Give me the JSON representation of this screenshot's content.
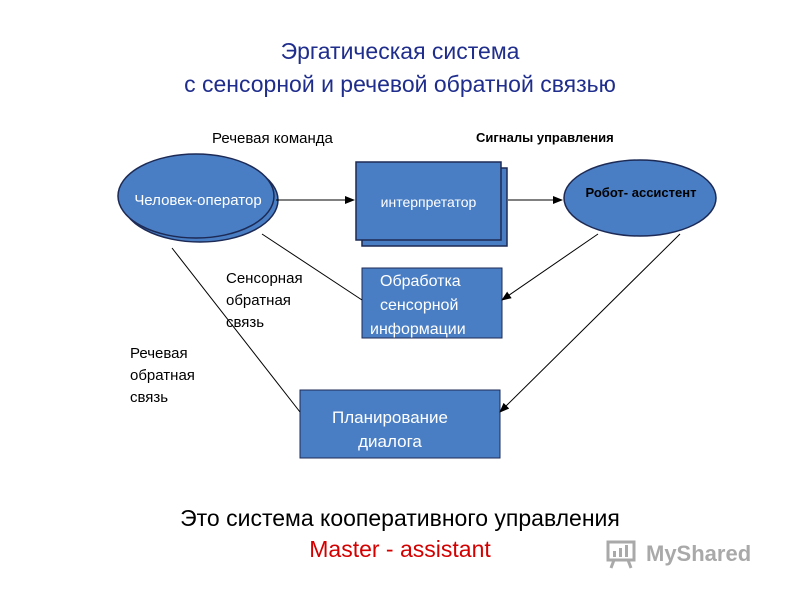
{
  "title": {
    "line1": "Эргатическая система",
    "line2": "с сенсорной и речевой обратной связью"
  },
  "labels": {
    "speech_command": "Речевая команда",
    "control_signals": "Сигналы управления",
    "sensory_feedback": [
      "Сенсорная",
      "обратная",
      "связь"
    ],
    "speech_feedback": [
      "Речевая",
      "обратная",
      "связь"
    ]
  },
  "nodes": {
    "operator": "Человек-оператор",
    "interpreter": "интерпретатор",
    "robot": "Робот- ассистент",
    "sensory_processing": [
      "Обработка",
      "сенсорной",
      "информации"
    ],
    "dialog_planning": [
      "Планирование",
      "диалога"
    ]
  },
  "footer": {
    "line1": "Это система кооперативного управления",
    "line2": "Master - assistant"
  },
  "watermark": "MyShared",
  "colors": {
    "title": "#1f2d8c",
    "node_fill": "#4a7ec4",
    "node_stroke": "#1c2a55",
    "footer_accent": "#d40000"
  }
}
